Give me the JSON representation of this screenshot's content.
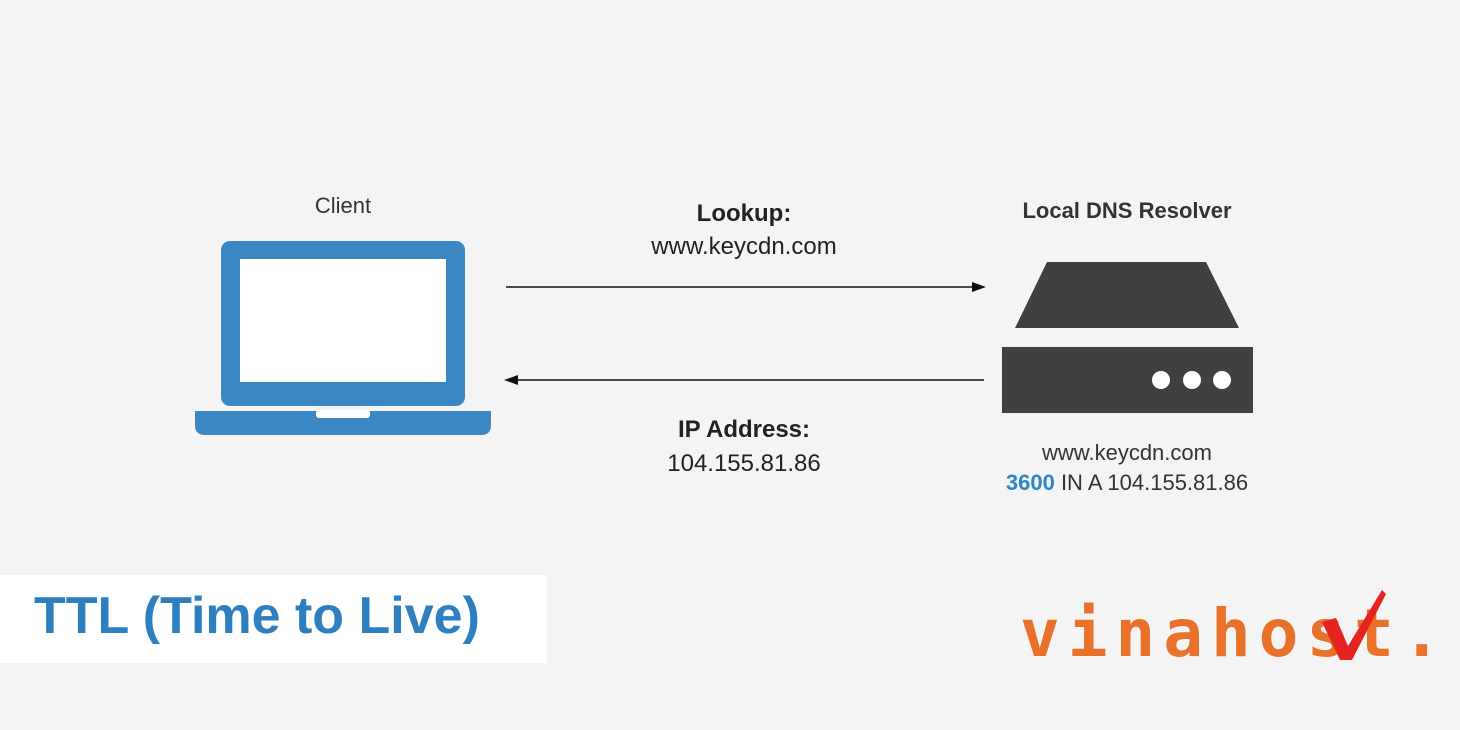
{
  "client": {
    "label": "Client"
  },
  "resolver": {
    "label": "Local DNS Resolver",
    "record_domain": "www.keycdn.com",
    "record_ttl": "3600",
    "record_rest": " IN A 104.155.81.86"
  },
  "request": {
    "title": "Lookup:",
    "value": "www.keycdn.com"
  },
  "response": {
    "title": "IP Address:",
    "value": "104.155.81.86"
  },
  "page": {
    "title": "TTL (Time to Live)"
  },
  "brand": {
    "name": "vinahost."
  },
  "colors": {
    "accent": "#2e86c5",
    "icon_blue": "#3b87c4",
    "server_gray": "#404041",
    "brand_orange": "#e8722a",
    "brand_red": "#e52320"
  }
}
